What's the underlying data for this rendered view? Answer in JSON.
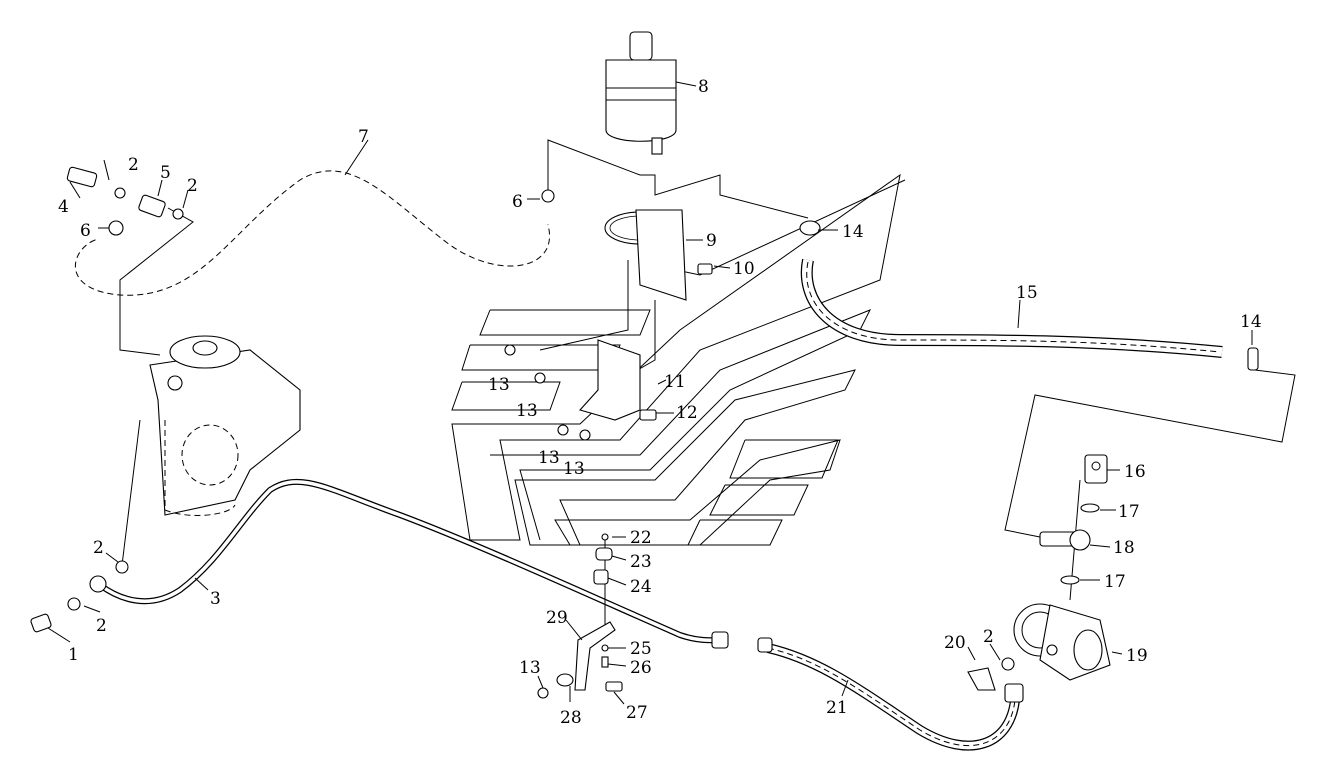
{
  "labels": {
    "p1": "1",
    "p2a": "2",
    "p2b": "2",
    "p2c": "2",
    "p2d": "2",
    "p2e": "2",
    "p3": "3",
    "p4": "4",
    "p5": "5",
    "p6a": "6",
    "p6b": "6",
    "p7": "7",
    "p8": "8",
    "p9": "9",
    "p10": "10",
    "p11": "11",
    "p12": "12",
    "p13a": "13",
    "p13b": "13",
    "p13c": "13",
    "p13d": "13",
    "p13e": "13",
    "p14a": "14",
    "p14b": "14",
    "p15": "15",
    "p16": "16",
    "p17a": "17",
    "p17b": "17",
    "p18": "18",
    "p19": "19",
    "p20": "20",
    "p21": "21",
    "p22": "22",
    "p23": "23",
    "p24": "24",
    "p25": "25",
    "p26": "26",
    "p27": "27",
    "p28": "28",
    "p29": "29"
  }
}
